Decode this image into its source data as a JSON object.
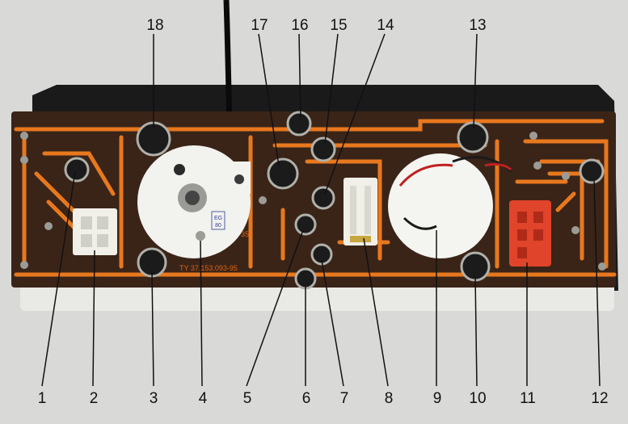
{
  "figure": {
    "pcb_marking": "TY 37.153.093-95",
    "pcb_small_marking": "35",
    "dial_label_lines": [
      "EG",
      "80"
    ],
    "callouts_top": [
      "18",
      "17",
      "16",
      "15",
      "14",
      "13"
    ],
    "callouts_bottom": [
      "1",
      "2",
      "3",
      "4",
      "5",
      "6",
      "7",
      "8",
      "9",
      "10",
      "11",
      "12"
    ],
    "colors": {
      "background": "#d9d9d7",
      "board": "#3a2418",
      "traces": "#e8781e",
      "connector_white": "#f0efe8",
      "connector_red": "#e0442a",
      "label_text": "#111111"
    }
  }
}
